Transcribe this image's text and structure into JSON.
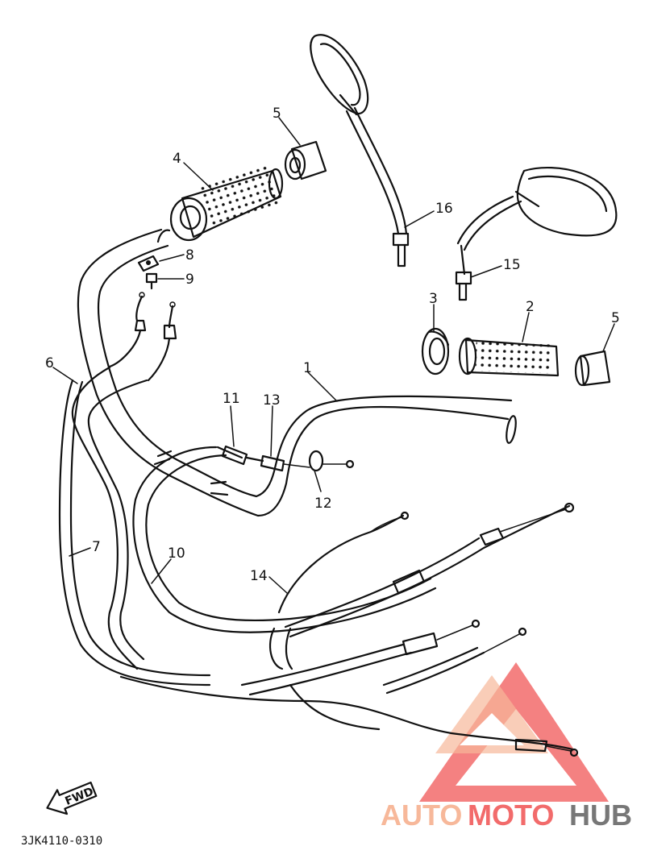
{
  "diagram_code": "3JK4110-0310",
  "fwd_label": "FWD",
  "watermark": {
    "part1": "AUTO",
    "part2": "MOTO",
    "part3": "HUB",
    "color_orange": "#f7b89a",
    "color_red": "#f26b6b",
    "color_gray": "#777777"
  },
  "callouts": [
    {
      "id": "1",
      "label": "1"
    },
    {
      "id": "2",
      "label": "2"
    },
    {
      "id": "3",
      "label": "3"
    },
    {
      "id": "4",
      "label": "4"
    },
    {
      "id": "5a",
      "label": "5"
    },
    {
      "id": "5b",
      "label": "5"
    },
    {
      "id": "6",
      "label": "6"
    },
    {
      "id": "7",
      "label": "7"
    },
    {
      "id": "8",
      "label": "8"
    },
    {
      "id": "9",
      "label": "9"
    },
    {
      "id": "10",
      "label": "10"
    },
    {
      "id": "11",
      "label": "11"
    },
    {
      "id": "12",
      "label": "12"
    },
    {
      "id": "13",
      "label": "13"
    },
    {
      "id": "14",
      "label": "14"
    },
    {
      "id": "15",
      "label": "15"
    },
    {
      "id": "16",
      "label": "16"
    }
  ]
}
